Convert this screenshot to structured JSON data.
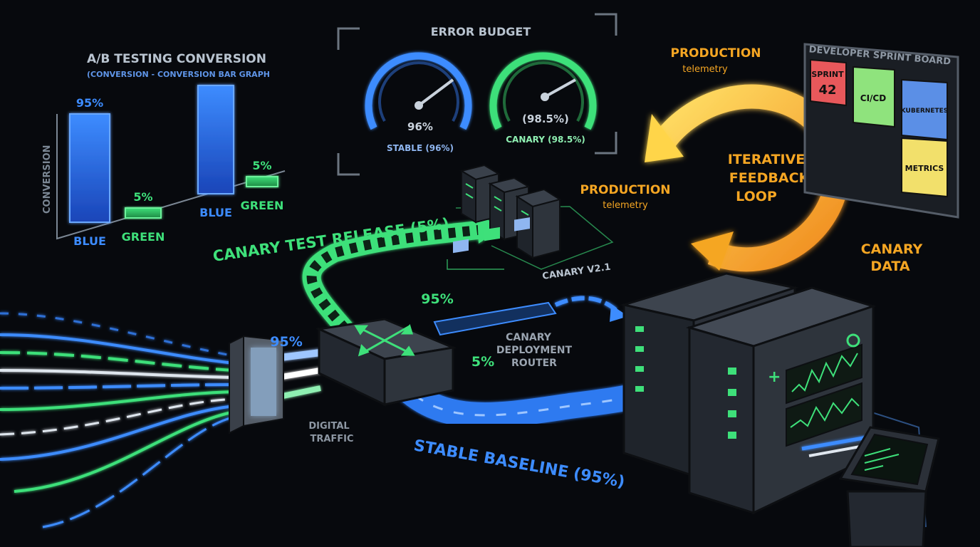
{
  "colors": {
    "background": "#07090d",
    "blue": "#3d8cff",
    "green": "#3ee07a",
    "orange": "#f5a623",
    "yellow": "#ffd54a",
    "grey": "#aab4c0",
    "server": "#2b3038"
  },
  "ab_chart": {
    "title": "A/B TESTING CONVERSION",
    "subtitle": "(CONVERSION - CONVERSION BAR GRAPH",
    "ylabel": "CONVERSION",
    "groups": [
      {
        "bars": [
          {
            "label": "BLUE",
            "value_label": "95%"
          },
          {
            "label": "GREEN",
            "value_label": "5%"
          }
        ]
      },
      {
        "bars": [
          {
            "label": "BLUE",
            "value_label": ""
          },
          {
            "label": "GREEN",
            "value_label": "5%"
          }
        ]
      }
    ]
  },
  "chart_data": {
    "type": "bar",
    "title": "A/B TESTING CONVERSION",
    "subtitle": "(CONVERSION - CONVERSION BAR GRAPH",
    "ylabel": "CONVERSION",
    "xlabel": "",
    "categories": [
      "BLUE",
      "GREEN",
      "BLUE",
      "GREEN"
    ],
    "values": [
      95,
      5,
      95,
      5
    ],
    "ylim": [
      0,
      100
    ],
    "grid": false,
    "legend": "none"
  },
  "error_budget": {
    "title": "ERROR BUDGET",
    "stable": {
      "value": "96%",
      "label": "STABLE (96%)",
      "fraction": 0.96
    },
    "canary": {
      "value": "(98.5%)",
      "label": "CANARY (98.5%)",
      "fraction": 0.985
    }
  },
  "canary_release": {
    "label": "CANARY TEST RELEASE (5%)",
    "server_label": "CANARY V2.1"
  },
  "router": {
    "label_line1": "CANARY",
    "label_line2": "DEPLOYMENT",
    "label_line3": "ROUTER",
    "upper_pct": "95%",
    "left_pct": "95%",
    "lower_pct": "5%"
  },
  "traffic": {
    "label_line1": "DIGITAL",
    "label_line2": "TRAFFIC"
  },
  "stable_baseline": {
    "label": "STABLE BASELINE (95%)"
  },
  "feedback": {
    "top_title": "PRODUCTION",
    "top_sub": "telemetry",
    "mid_title": "PRODUCTION",
    "mid_sub": "telemetry",
    "loop_line1": "ITERATIVE",
    "loop_line2": "FEEDBACK",
    "loop_line3": "LOOP",
    "data_line1": "CANARY",
    "data_line2": "DATA"
  },
  "sprint_board": {
    "title": "DEVELOPER SPRINT BOARD",
    "cards": [
      {
        "label": "SPRINT",
        "number": "42",
        "color": "#e8585b"
      },
      {
        "label": "CI/CD",
        "color": "#8fe37d"
      },
      {
        "label": "KUBERNETES",
        "color": "#5b8fe6"
      },
      {
        "label": "METRICS",
        "color": "#f2e06b"
      }
    ]
  },
  "icons": [
    "router-arrows-icon",
    "server-rack-icon",
    "gauge-needle-icon",
    "terminal-kiosk-icon"
  ]
}
